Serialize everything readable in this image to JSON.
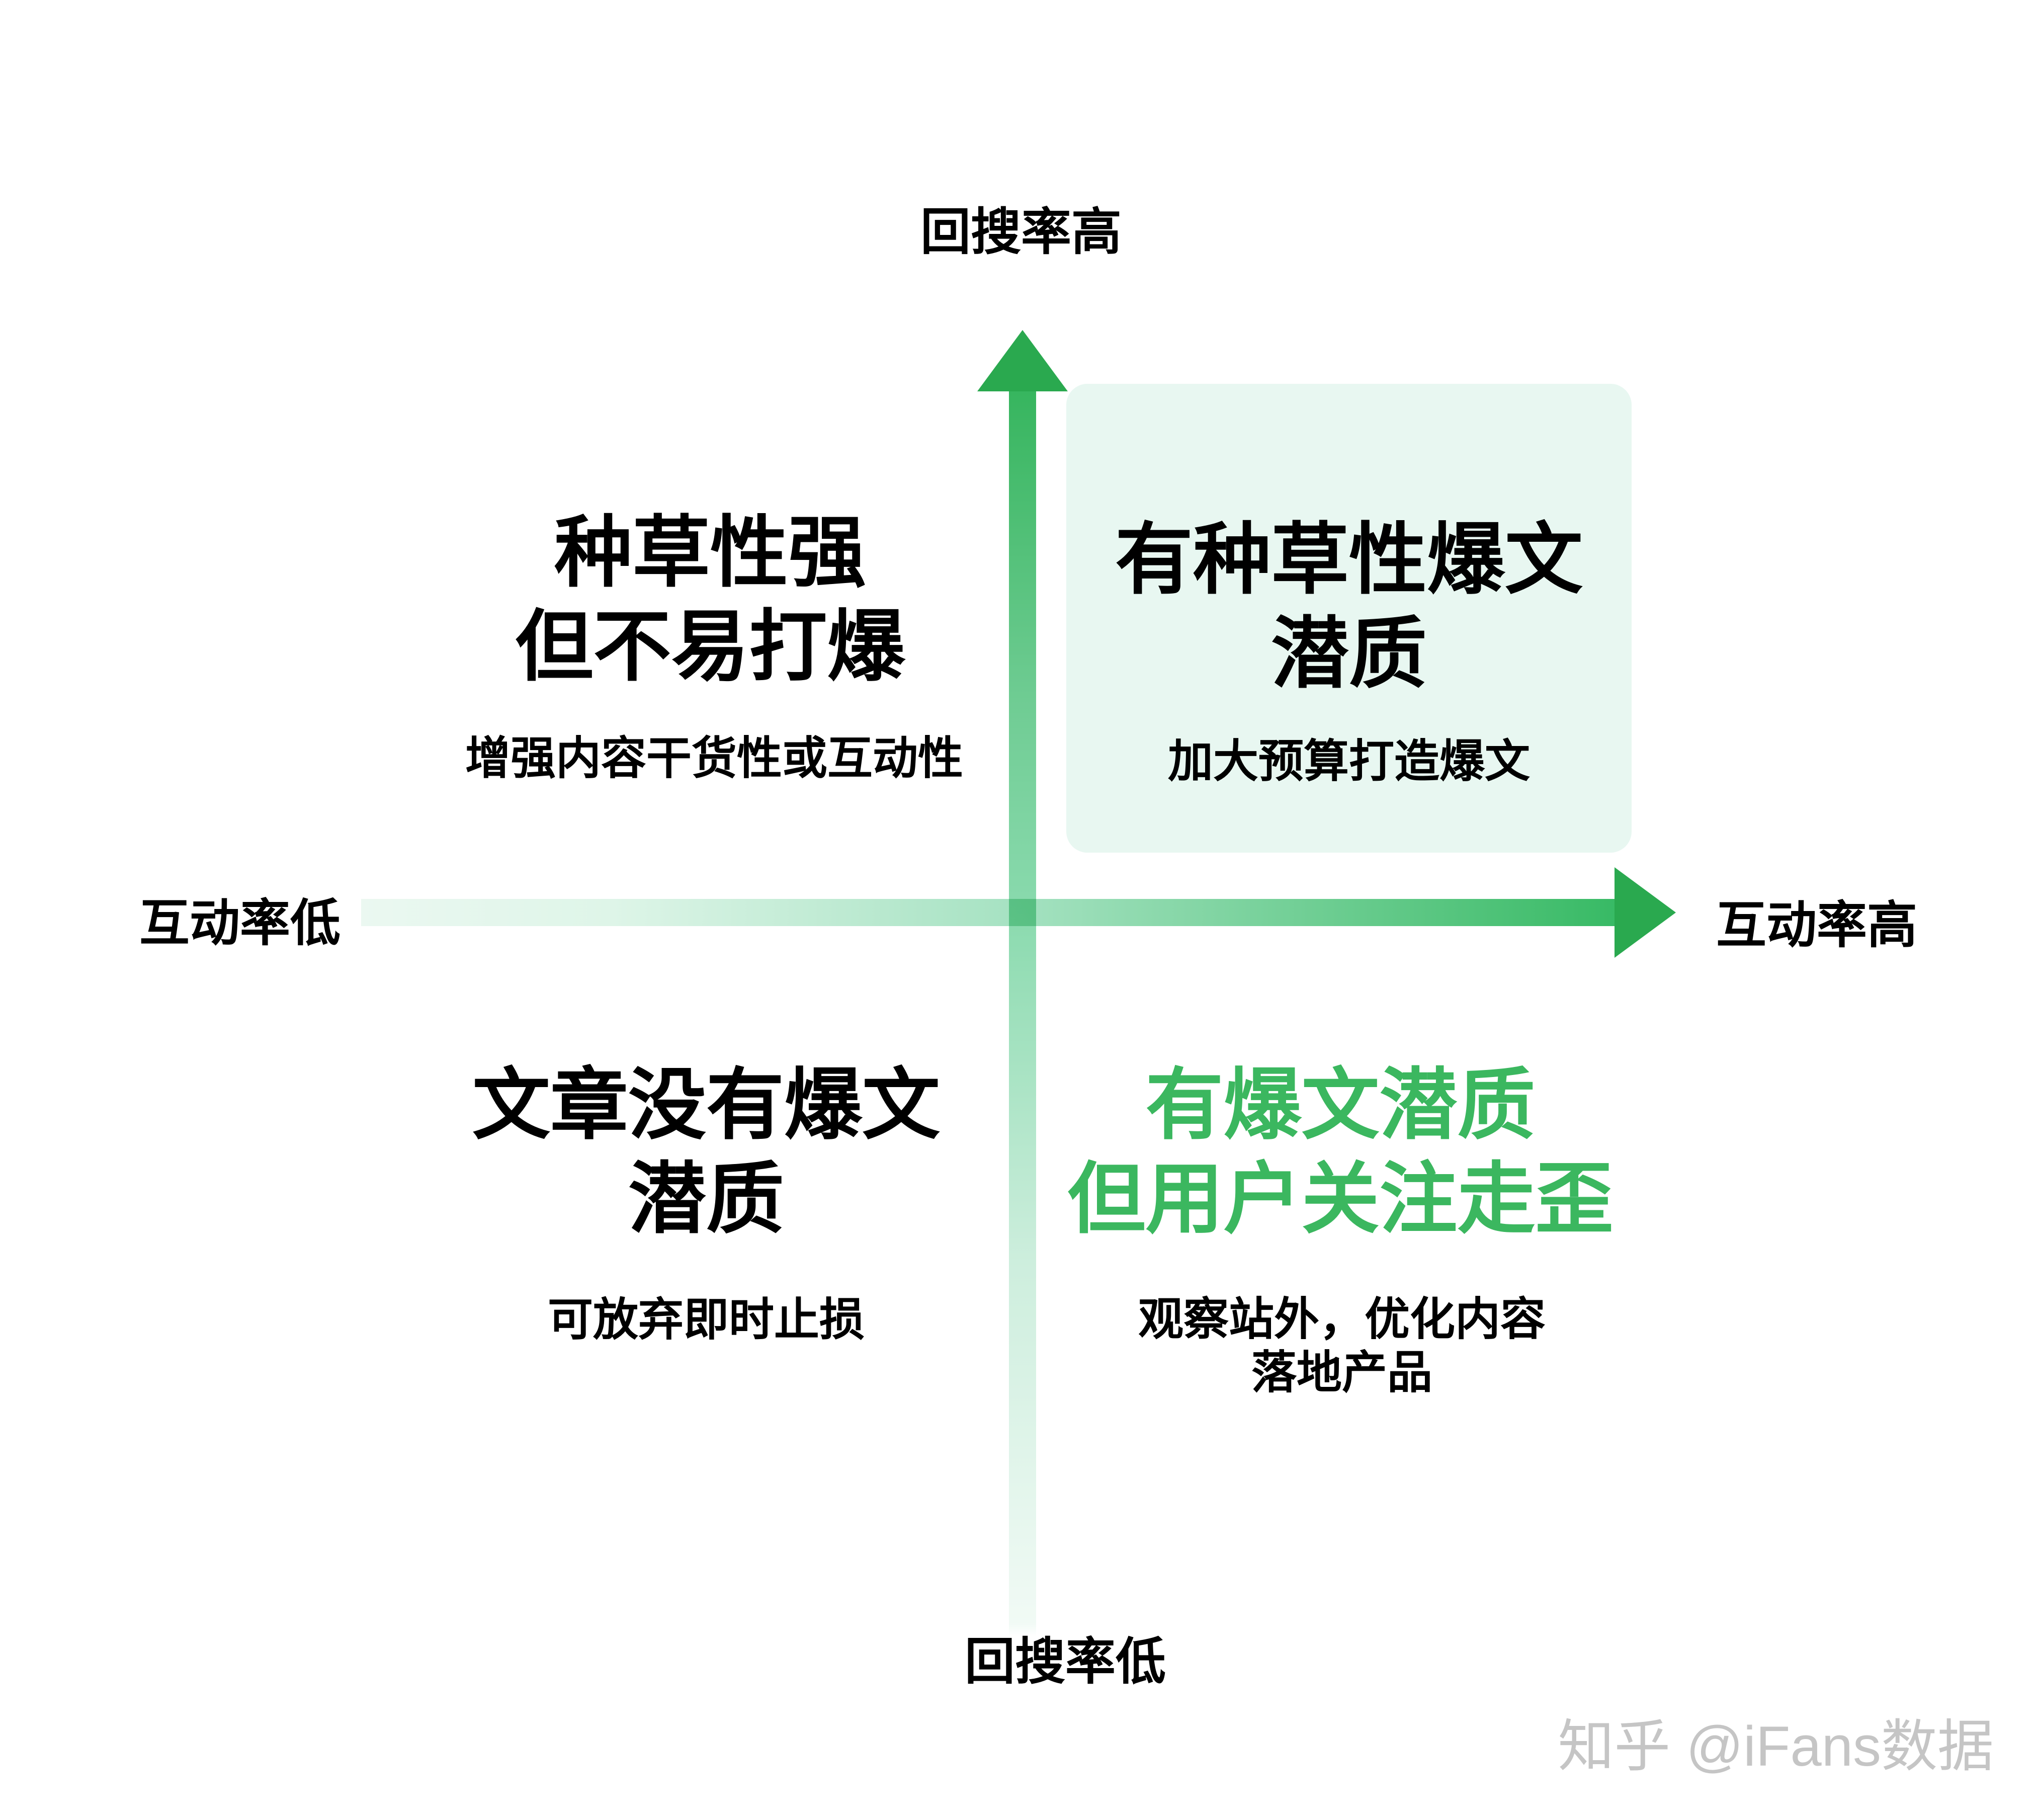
{
  "axes": {
    "vertical": {
      "top_label": "回搜率高",
      "bottom_label": "回搜率低"
    },
    "horizontal": {
      "left_label": "互动率低",
      "right_label": "互动率高"
    }
  },
  "quadrants": {
    "top_left": {
      "title_line1": "种草性强",
      "title_line2": "但不易打爆",
      "subtitle": "增强内容干货性或互动性"
    },
    "top_right": {
      "title_line1": "有种草性爆文",
      "title_line2": "潜质",
      "subtitle": "加大预算打造爆文",
      "highlighted": "true"
    },
    "bottom_left": {
      "title_line1": "文章没有爆文",
      "title_line2": "潜质",
      "subtitle": "可放弃即时止损"
    },
    "bottom_right": {
      "title_line1": "有爆文潜质",
      "title_line2": "但用户关注走歪",
      "subtitle_line1": "观察站外，优化内容",
      "subtitle_line2": "落地产品"
    }
  },
  "watermark": "知乎 @iFans数据",
  "colors": {
    "arrow_green": "#2aa94f",
    "axis_gradient_strong": "#36b55e",
    "axis_gradient_light": "#ebf8f1",
    "highlight_box_bg": "#e8f7f1",
    "green_title_text": "#3bb75f",
    "watermark_gray": "#c5c5c5",
    "text_black": "#000000",
    "background": "#ffffff"
  }
}
